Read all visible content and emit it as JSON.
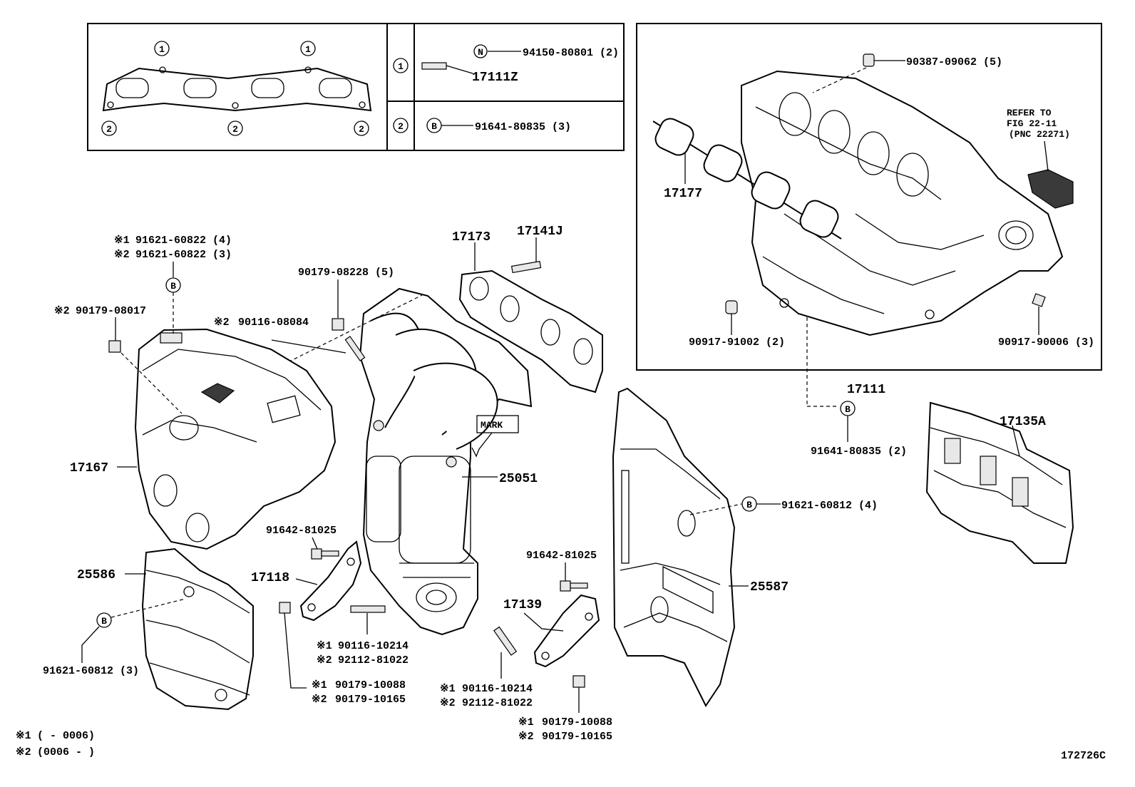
{
  "inset_left": {
    "circle_labels": [
      "1",
      "2"
    ],
    "row1": {
      "index": "1",
      "symbol": "N",
      "part": "94150-80801 (2)",
      "stud": "17111Z"
    },
    "row2": {
      "index": "2",
      "symbol": "B",
      "part": "91641-80835 (3)"
    }
  },
  "inset_right": {
    "gasket": "17177",
    "cap": "90387-09062 (5)",
    "refer_line1": "REFER TO",
    "refer_line2": "FIG 22-11",
    "refer_line3": "(PNC 22271)",
    "plug_left": "90917-91002 (2)",
    "plug_right": "90917-90006 (3)"
  },
  "labels": {
    "p17111": "17111",
    "p91641": "91641-80835 (2)",
    "b_symbol": "B",
    "p17135A": "17135A",
    "p91621_60812_4": "91621-60812 (4)",
    "p25587": "25587",
    "p17173": "17173",
    "p17141J": "17141J",
    "p90179_08228": "90179-08228 (5)",
    "p90116_08084": "90116-08084",
    "p91621_60822_4": "91621-60822 (4)",
    "p91621_60822_3": "91621-60822 (3)",
    "p90179_08017": "90179-08017",
    "p17167": "17167",
    "p25051": "25051",
    "mark": "MARK",
    "p91642_81025_a": "91642-81025",
    "p91642_81025_b": "91642-81025",
    "p17118": "17118",
    "p17139": "17139",
    "p25586": "25586",
    "p91621_60812_3": "91621-60812 (3)",
    "p90116_10214_a": "90116-10214",
    "p92112_81022_a": "92112-81022",
    "p90179_10088_a": "90179-10088",
    "p90179_10165_a": "90179-10165",
    "p90116_10214_b": "90116-10214",
    "p92112_81022_b": "92112-81022",
    "p90179_10088_b": "90179-10088",
    "p90179_10165_b": "90179-10165",
    "note1_mark": "※1",
    "note2_mark": "※2",
    "note1_text": "(         - 0006)",
    "note2_text": "(0006 -          )",
    "fig_id": "172726C"
  }
}
